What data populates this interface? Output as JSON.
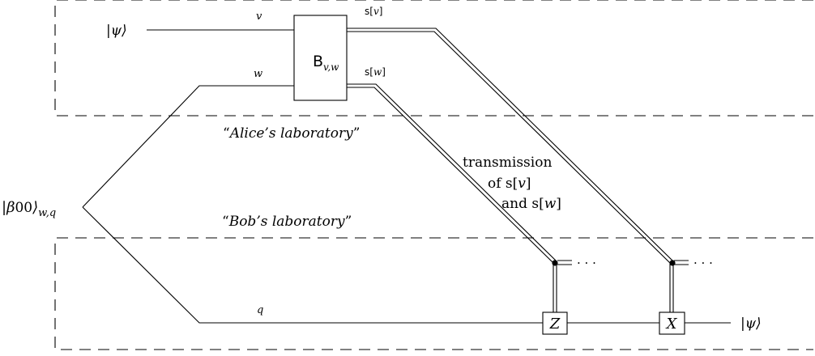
{
  "diagram": {
    "input_state": "|ψ⟩",
    "output_state": "|ψ⟩",
    "bell_state": {
      "main": "|β",
      "sub_index": "00",
      "close": "⟩",
      "sub_wires": "w,q"
    },
    "wire_labels": {
      "v": "v",
      "w": "w",
      "q": "q"
    },
    "gate_b": {
      "main": "B",
      "sub": "v,w"
    },
    "classical_labels": {
      "sv_pre": "s[",
      "sv_var": "v",
      "sv_post": "]",
      "sw_pre": "s[",
      "sw_var": "w",
      "sw_post": "]"
    },
    "regions": {
      "alice": {
        "open": "“",
        "name": "Alice’s laboratory",
        "close": "”"
      },
      "bob": {
        "open": "“",
        "name": "Bob’s laboratory",
        "close": "”"
      }
    },
    "transmission": {
      "line1": "transmission",
      "line2_pre": "of s[",
      "line2_var": "v",
      "line2_post": "]",
      "line3_pre": "and s[",
      "line3_var": "w",
      "line3_post": "]"
    },
    "gates": {
      "z": "Z",
      "x": "X"
    },
    "ellipsis": "· · ·"
  }
}
